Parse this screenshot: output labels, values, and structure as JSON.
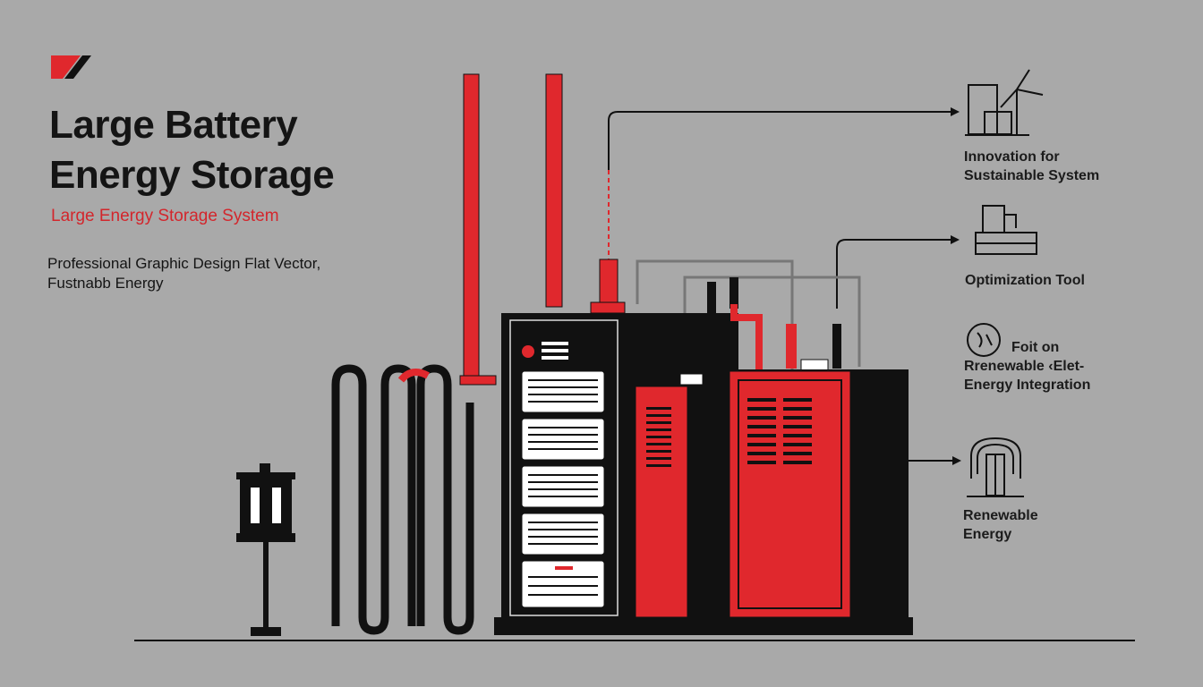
{
  "header": {
    "title_line1": "Large Battery",
    "title_line2": "Energy Storage",
    "subtitle": "Large Energy Storage System",
    "description_line1": "Professional Graphic Design Flat Vector,",
    "description_line2": "Fustnabb Energy"
  },
  "features": [
    {
      "icon": "wind-turbine-factory-icon",
      "line1": "Innovation for",
      "line2": "Sustainable System"
    },
    {
      "icon": "machine-icon",
      "line1": "Optimization Tool"
    },
    {
      "icon": "globe-icon",
      "line1": "Foit on",
      "line2": "Rrenewable ‹Elet-",
      "line3": "Energy Integration"
    },
    {
      "icon": "arch-tower-icon",
      "line1": "Renewable",
      "line2": "Energy"
    }
  ],
  "colors": {
    "background": "#a9a9a9",
    "accent": "#e0282d",
    "dark": "#111111"
  }
}
